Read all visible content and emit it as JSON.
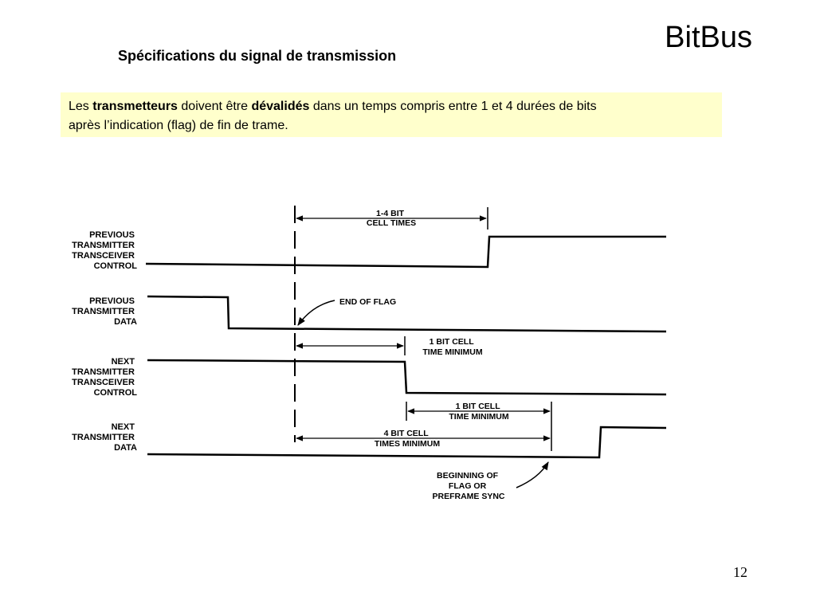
{
  "slide": {
    "title": "BitBus",
    "subtitle": "Spécifications du signal de transmission",
    "page_number": "12"
  },
  "note": {
    "t1": "Les ",
    "b1": "transmetteurs",
    "t2": " doivent être ",
    "b2": "dévalidés",
    "t3": " dans un temps compris entre 1 et  4 durées de bits",
    "t4": "après l’indication (flag) de fin de trame."
  },
  "diagram": {
    "signals": [
      {
        "lines": [
          "PREVIOUS",
          "TRANSMITTER",
          "TRANSCEIVER",
          "CONTROL"
        ]
      },
      {
        "lines": [
          "PREVIOUS",
          "TRANSMITTER",
          "DATA"
        ]
      },
      {
        "lines": [
          "NEXT",
          "TRANSMITTER",
          "TRANSCEIVER",
          "CONTROL"
        ]
      },
      {
        "lines": [
          "NEXT",
          "TRANSMITTER",
          "DATA"
        ]
      }
    ],
    "annotations": {
      "bit_range": [
        "1-4 BIT",
        "CELL TIMES"
      ],
      "end_of_flag": "END OF FLAG",
      "min1_a": [
        "1 BIT CELL",
        "TIME MINIMUM"
      ],
      "min1_b": [
        "1 BIT CELL",
        "TIME MINIMUM"
      ],
      "min4": [
        "4 BIT CELL",
        "TIMES MINIMUM"
      ],
      "beginning": [
        "BEGINNING OF",
        "FLAG OR",
        "PREFRAME SYNC"
      ]
    }
  }
}
